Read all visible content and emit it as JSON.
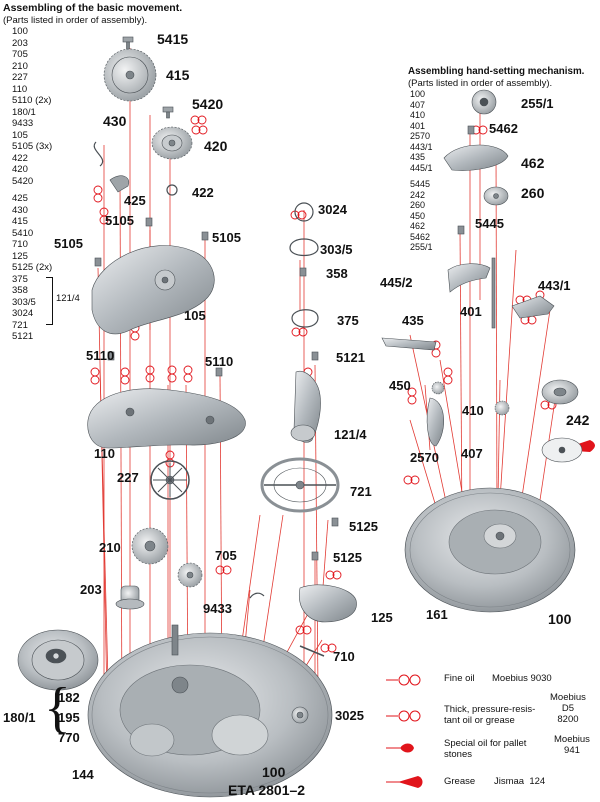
{
  "colors": {
    "accent": "#e1141b",
    "line": "#e23a33",
    "metal": "#9aa2a8",
    "ink": "#111111"
  },
  "basic": {
    "title": "Assembling of the basic movement.",
    "subtitle": "(Parts listed in order of assembly).",
    "list_a": [
      "100",
      "203",
      "705",
      "210",
      "227",
      "110"
    ],
    "item_5110": "5110",
    "qty_5110": "(2x)",
    "list_b": [
      "180/1",
      "9433",
      "105"
    ],
    "item_5105": "5105",
    "qty_5105": "(3x)",
    "list_c": [
      "422",
      "420",
      "5420"
    ],
    "list_d": [
      "425",
      "430",
      "415",
      "5410",
      "710",
      "125"
    ],
    "item_5125": "5125",
    "qty_5125": "(2x)",
    "list_e": [
      "375",
      "358",
      "303/5",
      "3024",
      "721",
      "5121"
    ],
    "bracket_label": "121/4"
  },
  "handset": {
    "title": "Assembling hand-setting mechanism.",
    "subtitle": "(Parts listed in order of assembly).",
    "list_a": [
      "100",
      "407",
      "410",
      "401",
      "2570",
      "443/1",
      "435",
      "445/1"
    ],
    "list_b": [
      "5445",
      "242",
      "260",
      "450",
      "462",
      "5462",
      "255/1"
    ]
  },
  "callouts": {
    "c5415": "5415",
    "c415": "415",
    "c5420": "5420",
    "c430": "430",
    "c420": "420",
    "c425": "425",
    "c422": "422",
    "c5105a": "5105",
    "c5105b": "5105",
    "c5105c": "5105",
    "c105": "105",
    "c5110a": "5110",
    "c5110b": "5110",
    "c110": "110",
    "c227": "227",
    "c210": "210",
    "c705": "705",
    "c203": "203",
    "c9433": "9433",
    "c3024": "3024",
    "c303_5": "303/5",
    "c358": "358",
    "c375": "375",
    "c5121": "5121",
    "c121_4": "121/4",
    "c721": "721",
    "c5125a": "5125",
    "c5125b": "5125",
    "c125": "125",
    "c710": "710",
    "c3025": "3025",
    "c144": "144",
    "c100a": "100",
    "c182": "182",
    "c195": "195",
    "c770": "770",
    "c180_1": "180/1",
    "model": "ETA 2801–2",
    "c255_1": "255/1",
    "c5462": "5462",
    "c462": "462",
    "c260": "260",
    "c5445": "5445",
    "c445_2": "445/2",
    "c443_1": "443/1",
    "c435": "435",
    "c401": "401",
    "c450": "450",
    "c410": "410",
    "c242": "242",
    "c2570": "2570",
    "c407": "407",
    "c161": "161",
    "c100b": "100"
  },
  "legend": {
    "fine_oil": {
      "label": "Fine oil",
      "product": "Moebius 9030",
      "icon": "double-circle-icon"
    },
    "thick_oil": {
      "label": "Thick, pressure-resistant oil or grease",
      "label_line1": "Thick, pressure-resis-",
      "label_line2": "tant oil or grease",
      "product_line1": "Moebius",
      "product_line2": "D5",
      "product_line3": "8200",
      "icon": "double-circle-icon"
    },
    "pallet_oil": {
      "label_line1": "Special oil for pallet",
      "label_line2": "stones",
      "product_line1": "Moebius",
      "product_line2": "941",
      "icon": "red-drop-icon"
    },
    "grease": {
      "label": "Grease",
      "product": "Jismaa  124",
      "icon": "red-wedge-icon"
    }
  }
}
